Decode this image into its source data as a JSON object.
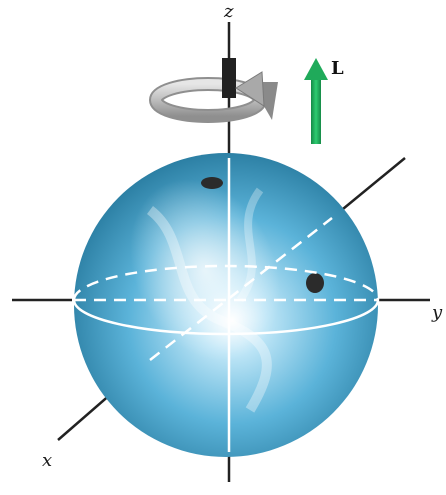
{
  "labels": {
    "z_axis": "z",
    "x_axis": "x",
    "y_axis": "y",
    "angular_momentum": "L"
  },
  "colors": {
    "sphere_light": "#bfe6f7",
    "sphere_mid": "#5bb3d9",
    "sphere_dark": "#1d6f93",
    "vector_arrow": "#1faa5a",
    "rotation_ring": "#b8b8b8",
    "axis_line": "#222222",
    "equator_line": "#ffffff",
    "finger_hole": "#2b2b2b"
  },
  "icons": {
    "rotation_indicator": "curved-rotation-arrow",
    "vector": "upward-arrow"
  }
}
